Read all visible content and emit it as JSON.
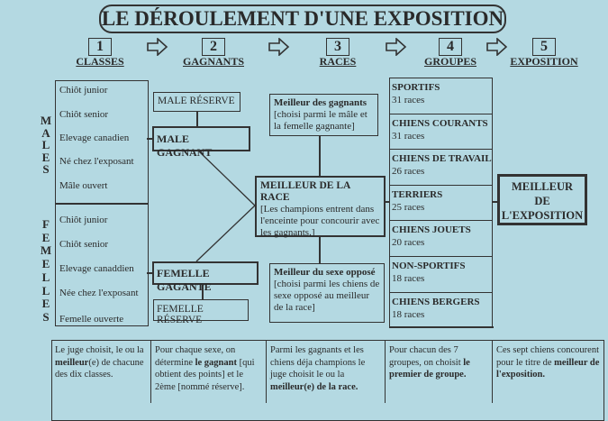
{
  "title": "LE DÉROULEMENT D'UNE EXPOSITION",
  "steps": [
    {
      "number": "1",
      "label": "CLASSES"
    },
    {
      "number": "2",
      "label": "GAGNANTS"
    },
    {
      "number": "3",
      "label": "RACES"
    },
    {
      "number": "4",
      "label": "GROUPES"
    },
    {
      "number": "5",
      "label": "EXPOSITION"
    }
  ],
  "arrow_icon": "right-arrow-outline",
  "males_label": [
    "M",
    "A",
    "L",
    "E",
    "S"
  ],
  "femelles_label": [
    "F",
    "E",
    "M",
    "E",
    "L",
    "L",
    "E",
    "S"
  ],
  "male_classes": [
    "Chiôt junior",
    "Chiôt senior",
    "Elevage canadien",
    "Né chez l'exposant",
    "Mâle ouvert"
  ],
  "female_classes": [
    "Chiôt junior",
    "Chiôt senior",
    "Elevage canaddien",
    "Née chez l'exposant",
    "Femelle ouverte"
  ],
  "winners": {
    "male_reserve": "MALE RÉSERVE",
    "male_winner": "MALE GAGNANT",
    "female_winner": "FEMELLE GAGANTE",
    "female_reserve": "FEMELLE RÉSERVE"
  },
  "races": {
    "best_of_winners_title": "Meilleur des gagnants",
    "best_of_winners_note": "[choisi parmi le mâle et la femelle gagnante]",
    "best_of_breed_title": "MEILLEUR DE LA RACE",
    "best_of_breed_note": "[Les champions entrent dans l'enceinte pour concourir avec les gagnants.]",
    "best_opposite_title": "Meilleur du sexe opposé",
    "best_opposite_note": "[choisi parmi les chiens de sexe opposé au meilleur de la race]"
  },
  "groups": [
    {
      "name": "SPORTIFS",
      "count": "31 races"
    },
    {
      "name": "CHIENS COURANTS",
      "count": "31 races"
    },
    {
      "name": "CHIENS DE TRAVAIL",
      "count": "26 races"
    },
    {
      "name": "TERRIERS",
      "count": "25 races"
    },
    {
      "name": "CHIENS JOUETS",
      "count": "20 races"
    },
    {
      "name": "NON-SPORTIFS",
      "count": "18 races"
    },
    {
      "name": "CHIENS BERGERS",
      "count": "18 races"
    }
  ],
  "best_in_show": [
    "MEILLEUR",
    "DE",
    "L'EXPOSITION"
  ],
  "descriptions": [
    {
      "pre": "Le juge choisit, le ou la ",
      "bold": "meilleur",
      "mid": "(e)",
      "post": " de chacune des dix classes."
    },
    {
      "pre": "Pour chaque sexe, on détermine ",
      "bold": "le gagnant",
      "mid": "",
      "post": " [qui obtient des points] et le 2ème [nommé réserve]."
    },
    {
      "pre": "Parmi les gagnants et les chiens déja champions le juge choisit le ou la ",
      "bold": "meilleur(e) de la race.",
      "mid": "",
      "post": ""
    },
    {
      "pre": "Pour chacun des 7 groupes, on choisit ",
      "bold": "le premier de groupe.",
      "mid": "",
      "post": ""
    },
    {
      "pre": "Ces sept chiens concourent pour le titre de ",
      "bold": "meilleur de l'exposition.",
      "mid": "",
      "post": ""
    }
  ]
}
